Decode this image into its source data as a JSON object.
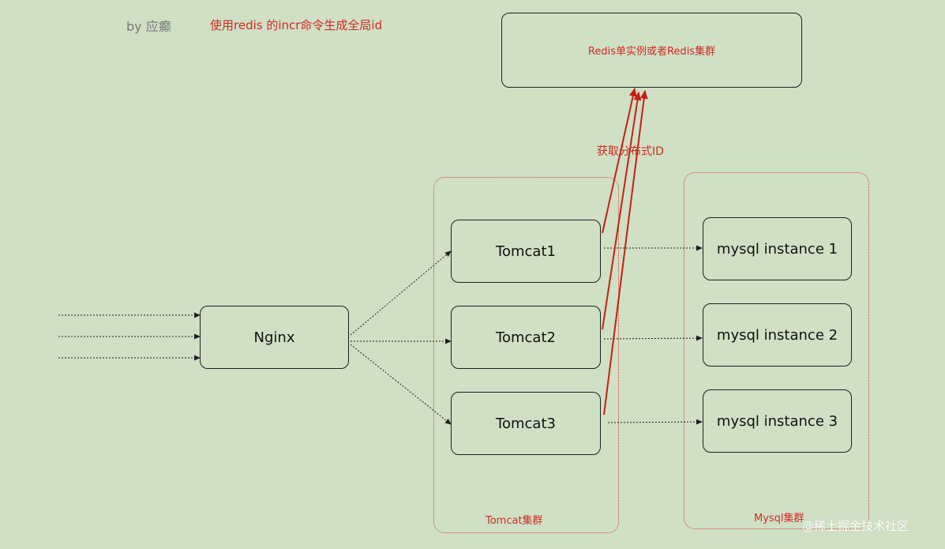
{
  "header": {
    "author": "by 应癫",
    "title": "使用redis 的incr命令生成全局id"
  },
  "redis": {
    "label": "Redis单实例或者Redis集群"
  },
  "arrow_label": "获取分布式ID",
  "nginx": {
    "label": "Nginx"
  },
  "tomcats": [
    "Tomcat1",
    "Tomcat2",
    "Tomcat3"
  ],
  "mysqls": [
    "mysql instance 1",
    "mysql instance 2",
    "mysql instance 3"
  ],
  "clusters": {
    "tomcat_label": "Tomcat集群",
    "mysql_label": "Mysql集群"
  },
  "watermark": "@稀土掘金技术社区",
  "colors": {
    "background": "#cfe0c5",
    "accent_red": "#d12a22",
    "box_border": "#1f1f1f"
  }
}
